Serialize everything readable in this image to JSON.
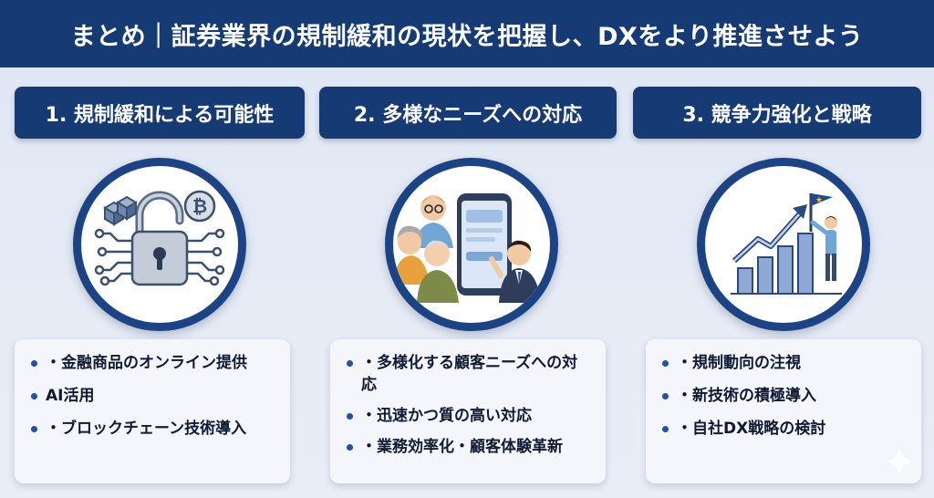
{
  "header": {
    "title": "まとめ｜証券業界の規制緩和の現状を把握し、DXをより推進させよう"
  },
  "columns": [
    {
      "title": "1. 規制緩和による可能性",
      "illustration_icon": "padlock-circuit-icon",
      "bullets": [
        "・金融商品のオンライン提供",
        "AI活用",
        "・ブロックチェーン技術導入"
      ]
    },
    {
      "title": "2. 多様なニーズへの対応",
      "illustration_icon": "diverse-customers-phone-icon",
      "bullets": [
        "・多様化する顧客ニーズへの対応",
        "・迅速かつ質の高い対応",
        "・業務効率化・顧客体験革新"
      ]
    },
    {
      "title": "3. 競争力強化と戦略",
      "illustration_icon": "growth-chart-flag-icon",
      "bullets": [
        "・規制動向の注視",
        "・新技術の積極導入",
        "・自社DX戦略の検討"
      ]
    }
  ],
  "colors": {
    "navy": "#163a74",
    "ring": "#1c4485",
    "background": "#e3e9f5",
    "card": "#f4f6fb"
  }
}
